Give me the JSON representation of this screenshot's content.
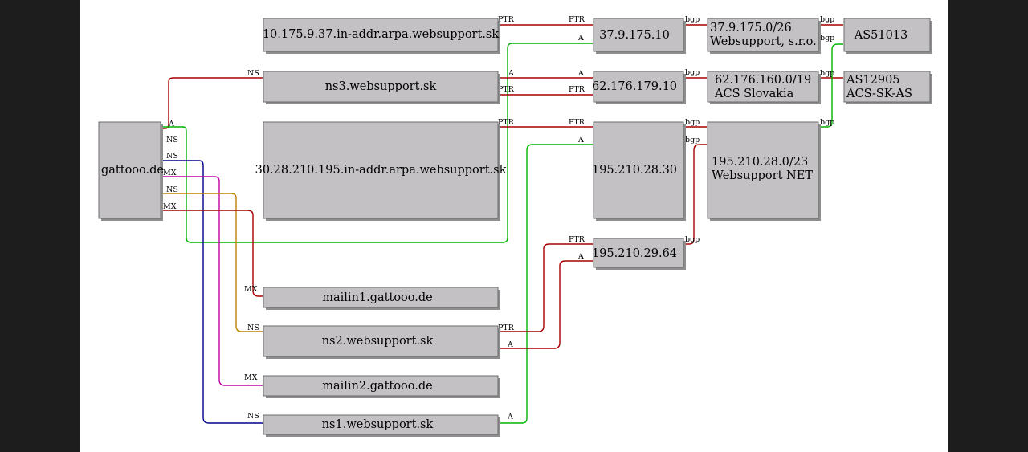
{
  "nodes": {
    "gattooo": "gattooo.de",
    "rev_37": "10.175.9.37.in-addr.arpa.websupport.sk",
    "ns3": "ns3.websupport.sk",
    "rev_195": "30.28.210.195.in-addr.arpa.websupport.sk",
    "mailin1": "mailin1.gattooo.de",
    "ns2": "ns2.websupport.sk",
    "mailin2": "mailin2.gattooo.de",
    "ns1": "ns1.websupport.sk",
    "ip_37": "37.9.175.10",
    "ip_62": "62.176.179.10",
    "ip_195_30": "195.210.28.30",
    "ip_195_64": "195.210.29.64",
    "net_37": {
      "line1": "37.9.175.0/26",
      "line2": "Websupport, s.r.o."
    },
    "net_62": {
      "line1": "62.176.160.0/19",
      "line2": "ACS Slovakia"
    },
    "net_195": {
      "line1": "195.210.28.0/23",
      "line2": "Websupport NET"
    },
    "as_51013": "AS51013",
    "as_12905": {
      "line1": "AS12905",
      "line2": "ACS-SK-AS"
    }
  },
  "edge_labels": {
    "ns": "NS",
    "mx": "MX",
    "a": "A",
    "ptr": "PTR",
    "bgp": "bgp"
  },
  "colors": {
    "dark_red": "#a50000",
    "green": "#00b400",
    "navy": "#000088",
    "magenta": "#c000a0",
    "orange": "#c08000",
    "node_fill": "#c3c1c4",
    "background": "#1d1d1d"
  }
}
